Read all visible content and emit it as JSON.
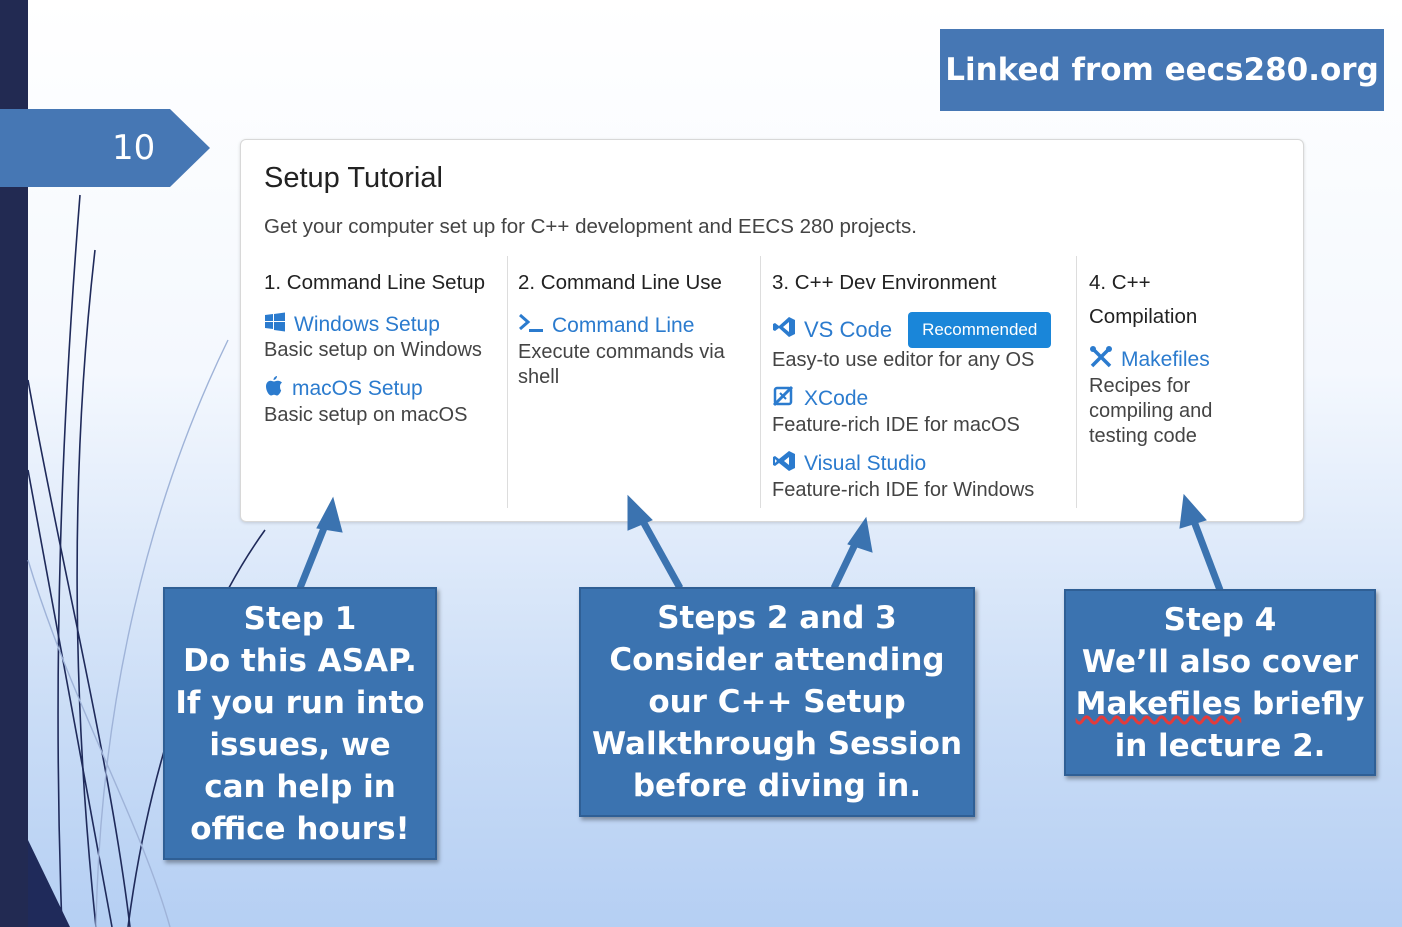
{
  "slide": {
    "number": "10"
  },
  "linked_label": "Linked from eecs280.org",
  "tutorial": {
    "title": "Setup Tutorial",
    "subtitle": "Get your computer set up for C++ development and EECS 280 projects.",
    "columns": [
      {
        "heading": "1. Command Line Setup",
        "items": [
          {
            "label": "Windows Setup",
            "icon": "windows-icon",
            "desc": "Basic setup on Windows"
          },
          {
            "label": "macOS Setup",
            "icon": "apple-icon",
            "desc": "Basic setup on macOS"
          }
        ]
      },
      {
        "heading": "2. Command Line Use",
        "items": [
          {
            "label": "Command Line",
            "icon": "terminal-icon",
            "desc": "Execute commands via shell"
          }
        ]
      },
      {
        "heading": "3. C++ Dev Environment",
        "items": [
          {
            "label": "VS Code",
            "icon": "vscode-icon",
            "badge": "Recommended",
            "desc": "Easy-to use editor for any OS"
          },
          {
            "label": "XCode",
            "icon": "xcode-icon",
            "desc": "Feature-rich IDE for macOS"
          },
          {
            "label": "Visual Studio",
            "icon": "visual-studio-icon",
            "desc": "Feature-rich IDE for Windows"
          }
        ]
      },
      {
        "heading": "4. C++ Compilation",
        "items": [
          {
            "label": "Makefiles",
            "icon": "tools-icon",
            "desc": "Recipes for compiling and testing code"
          }
        ]
      }
    ]
  },
  "callouts": {
    "step1": [
      "Step 1",
      "Do this ASAP.",
      "If you run into",
      "issues, we",
      "can help in",
      "office hours!"
    ],
    "step23": [
      "Steps 2 and 3",
      "Consider attending",
      "our C++ Setup",
      "Walkthrough Session",
      "before diving in."
    ],
    "step4": {
      "line1": "Step 4",
      "line2": "We’ll also cover",
      "line3_word": "Makefiles",
      "line3_rest": " briefly",
      "line4": "in lecture 2."
    }
  },
  "colors": {
    "sidebar": "#222a52",
    "callout": "#3b73b0",
    "link": "#2b7bce",
    "badge": "#1a86d9"
  }
}
